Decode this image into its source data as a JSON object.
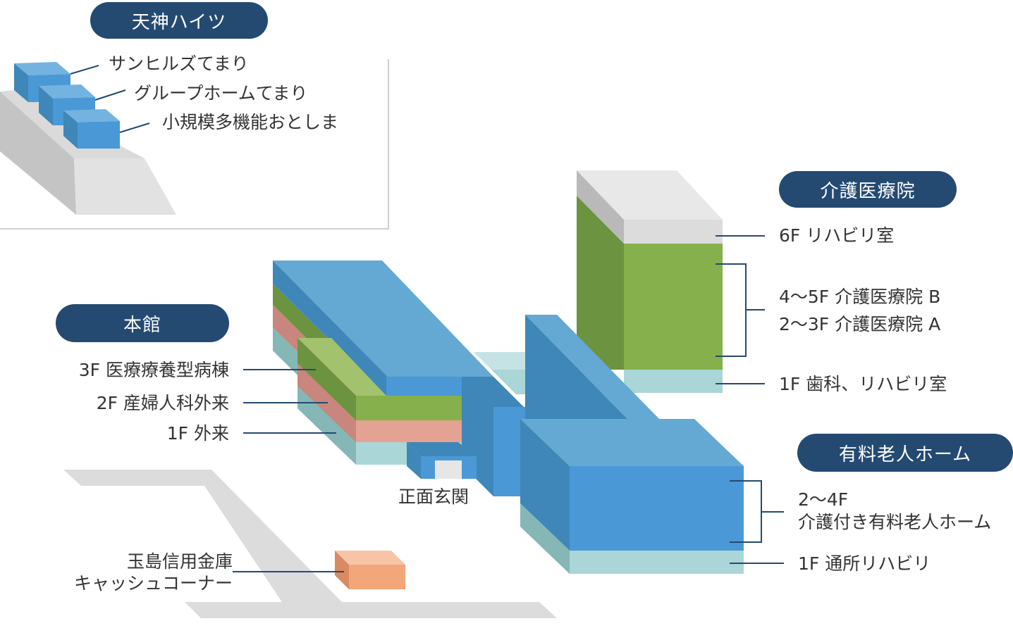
{
  "colors": {
    "navy": "#244a72",
    "blue_top": "#64a8d4",
    "blue_front": "#4a99d6",
    "blue_side": "#3e87b8",
    "green_front": "#86b04b",
    "green_side": "#6c9340",
    "green_light": "#a2c26e",
    "pink_front": "#e4a293",
    "pink_side": "#c8867c",
    "mint_front": "#aad6d8",
    "mint_side": "#84b7b6",
    "roof_front": "#dcdcdc",
    "roof_top": "#e8e8e8",
    "road": "#dcdcdc",
    "atm_orange": "#f2a67a"
  },
  "tenjin": {
    "title": "天神ハイツ",
    "items": [
      "サンヒルズてまり",
      "グループホームてまり",
      "小規模多機能おとしま"
    ]
  },
  "honkan": {
    "title": "本館",
    "floors": [
      "3F 医療療養型病棟",
      "2F 産婦人科外来",
      "1F 外来"
    ]
  },
  "main_entrance": "正面玄関",
  "atm": {
    "line1": "玉島信用金庫",
    "line2": "キャッシュコーナー"
  },
  "kaigo": {
    "title": "介護医療院",
    "floors": [
      "6F リハビリ室",
      "4〜5F 介護医療院 B",
      "2〜3F 介護医療院 A",
      "1F 歯科、リハビリ室"
    ]
  },
  "yuryo": {
    "title": "有料老人ホーム",
    "floors_line1": "2〜4F",
    "floors_line2": "介護付き有料老人ホーム",
    "floor1": "1F 通所リハビリ"
  }
}
